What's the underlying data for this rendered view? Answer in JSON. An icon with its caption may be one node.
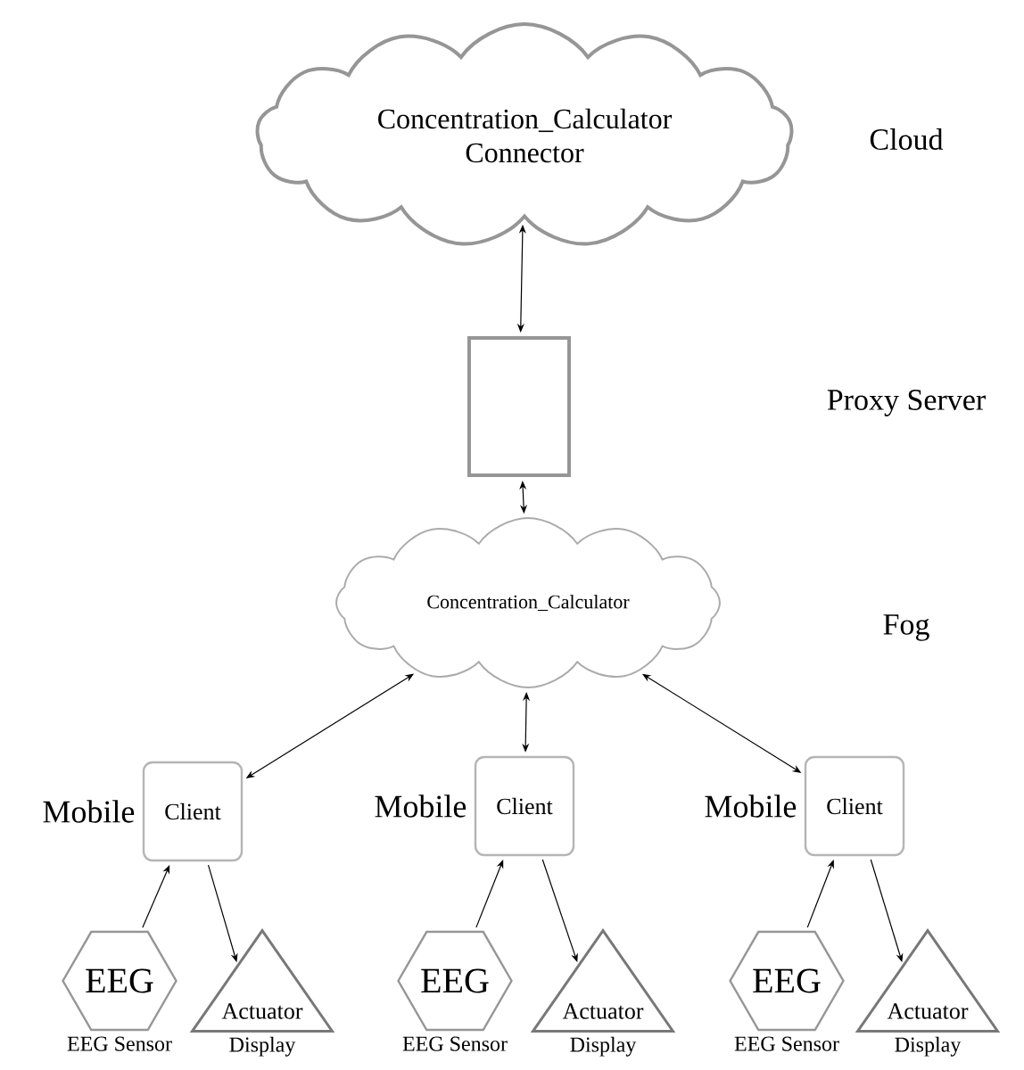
{
  "diagram": {
    "nodes": [
      {
        "text": [
          "Concentration_Calculator Connector"
        ]
      },
      {
        "text": [],
        "shape": "box"
      },
      {
        "text": [
          "Concentration_Calculator"
        ]
      },
      {
        "text": [
          "Client"
        ],
        "beside": [
          "Mobile"
        ]
      },
      {
        "text": [
          "EEG"
        ],
        "beside": [
          "EEG Sensor"
        ]
      },
      {
        "text": [
          "Actuator"
        ],
        "beside": [
          "Display"
        ]
      },
      {
        "text": [
          "Client"
        ],
        "beside": [
          "Mobile"
        ]
      },
      {
        "text": [
          "EEG"
        ],
        "beside": [
          "EEG Sensor"
        ]
      },
      {
        "text": [
          "Actuator"
        ],
        "beside": [
          "Display"
        ]
      },
      {
        "text": [
          "Client"
        ],
        "beside": [
          "Mobile"
        ]
      },
      {
        "text": [
          "EEG"
        ],
        "beside": [
          "EEG Sensor"
        ]
      },
      {
        "text": [
          "Actuator"
        ],
        "beside": [
          "Display"
        ]
      }
    ],
    "edges": [
      {
        "from": 0,
        "to": 1,
        "arrow": "both"
      },
      {
        "from": 1,
        "to": 2,
        "arrow": "both"
      },
      {
        "from": 2,
        "to": 3,
        "arrow": "both"
      },
      {
        "from": 2,
        "to": 6,
        "arrow": "both"
      },
      {
        "from": 2,
        "to": 9,
        "arrow": "both"
      },
      {
        "from": 4,
        "to": 3,
        "arrow": "to"
      },
      {
        "from": 3,
        "to": 5,
        "arrow": "to"
      },
      {
        "from": 7,
        "to": 6,
        "arrow": "to"
      },
      {
        "from": 6,
        "to": 8,
        "arrow": "to"
      },
      {
        "from": 10,
        "to": 9,
        "arrow": "to"
      },
      {
        "from": 9,
        "to": 11,
        "arrow": "to"
      }
    ],
    "labels": [
      "Cloud",
      "Proxy Server",
      "Fog"
    ]
  }
}
